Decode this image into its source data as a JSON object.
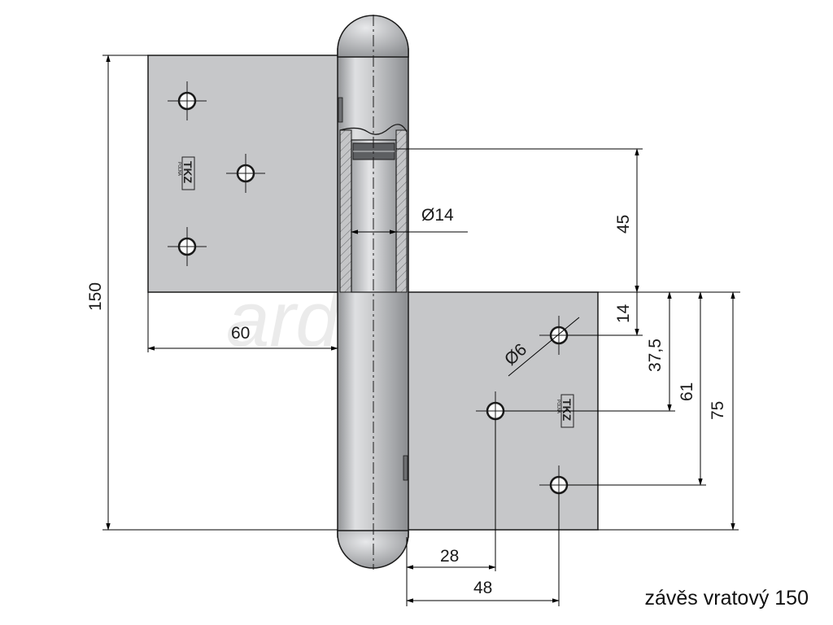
{
  "caption": "závěs vratový 150",
  "watermark": "arden.cz",
  "logo": {
    "mark": "TKZ",
    "sub": "POLNA"
  },
  "dimensions": {
    "total_height": "150",
    "leaf_width": "60",
    "pin_diameter": "Ø14",
    "pin_length": "45",
    "hole_diameter": "Ø6",
    "first_hole_offset": "14",
    "middle_hole_offset": "37,5",
    "middle_hole_center": "61",
    "bottom_hole_offset": "75",
    "middle_hole_horizontal": "28",
    "outer_hole_horizontal": "48"
  }
}
